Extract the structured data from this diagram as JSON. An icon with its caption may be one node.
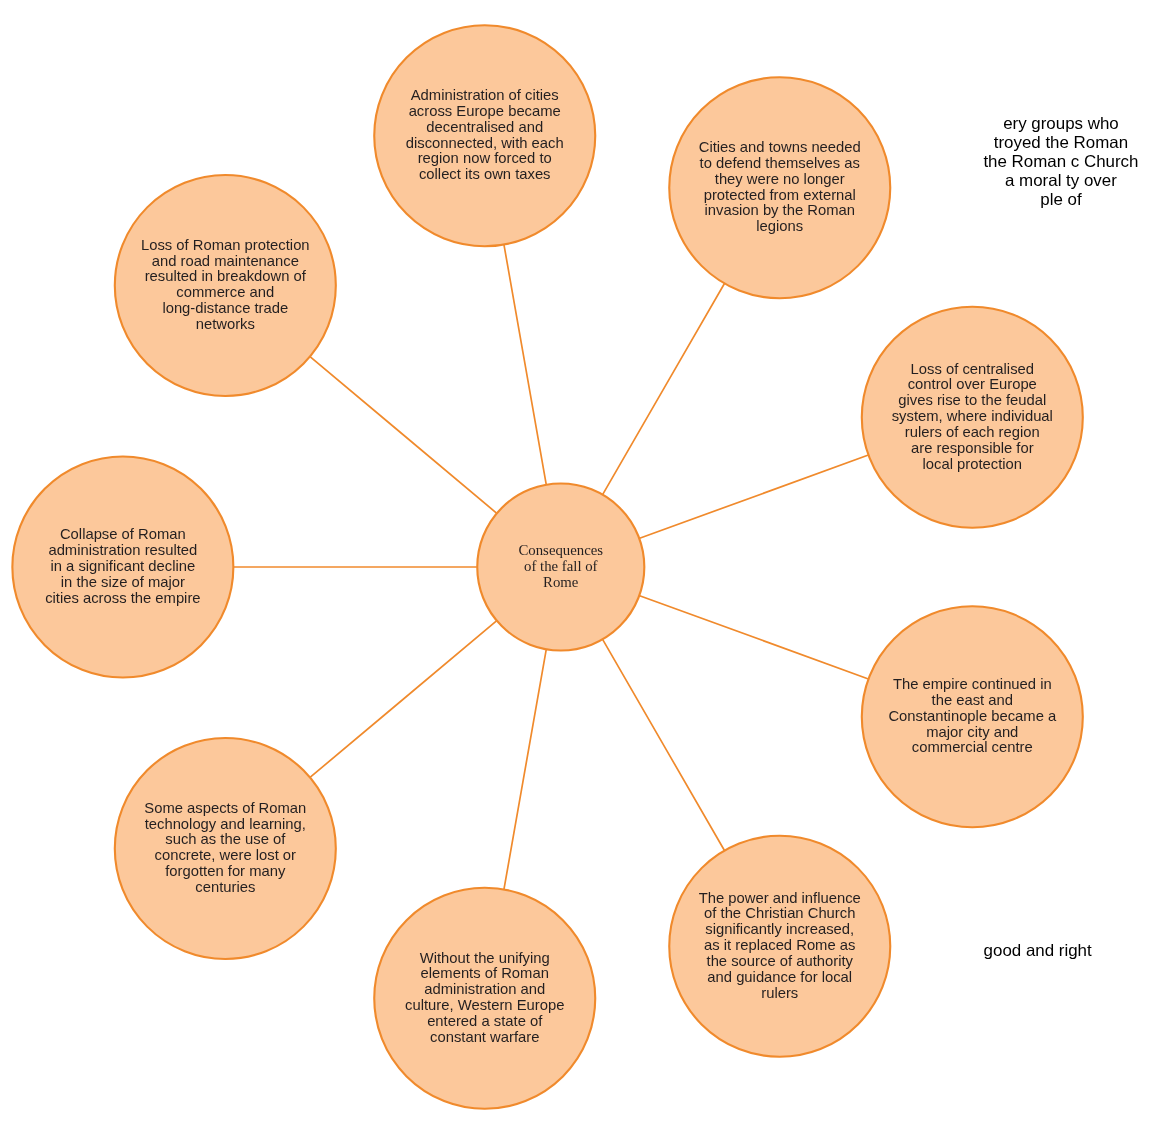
{
  "diagram": {
    "nodes": [
      {
        "text": [
          "Consequences of the fall of Rome"
        ]
      },
      {
        "text": [
          "Loss of centralised control over Europe gives rise to the feudal system, where individual rulers of each region are responsible for local protection"
        ]
      },
      {
        "text": [
          "Cities and towns needed to defend themselves as they were no longer protected from external invasion by the Roman legions"
        ]
      },
      {
        "text": [
          "Administration of cities across Europe became decentralised and disconnected, with each region now forced to collect its own taxes"
        ]
      },
      {
        "text": [
          "Loss of Roman protection and road maintenance resulted in breakdown of commerce and long-distance trade networks"
        ]
      },
      {
        "text": [
          "Collapse of Roman administration resulted in a significant decline in the size of major cities across the empire"
        ]
      },
      {
        "text": [
          "Some aspects of Roman technology and learning, such as the use of concrete, were lost or forgotten for many centuries"
        ]
      },
      {
        "text": [
          "Without the unifying elements of Roman administration and culture, Western Europe entered a state of constant warfare"
        ]
      },
      {
        "text": [
          "The power and influence of the Christian Church significantly increased, as it replaced Rome as the source of authority and guidance for local rulers"
        ]
      },
      {
        "text": [
          "The empire continued in the east and Constantinople became a major city and commercial centre"
        ]
      }
    ],
    "edges": [
      {
        "from": 0,
        "to": 1,
        "arrow": "none"
      },
      {
        "from": 0,
        "to": 2,
        "arrow": "none"
      },
      {
        "from": 0,
        "to": 3,
        "arrow": "none"
      },
      {
        "from": 0,
        "to": 4,
        "arrow": "none"
      },
      {
        "from": 0,
        "to": 5,
        "arrow": "none"
      },
      {
        "from": 0,
        "to": 6,
        "arrow": "none"
      },
      {
        "from": 0,
        "to": 7,
        "arrow": "none"
      },
      {
        "from": 0,
        "to": 8,
        "arrow": "none"
      },
      {
        "from": 0,
        "to": 9,
        "arrow": "none"
      }
    ],
    "labels": [
      "ery groups who troyed the Roman the Roman c Church a moral ty over ple of",
      "good and right"
    ]
  }
}
